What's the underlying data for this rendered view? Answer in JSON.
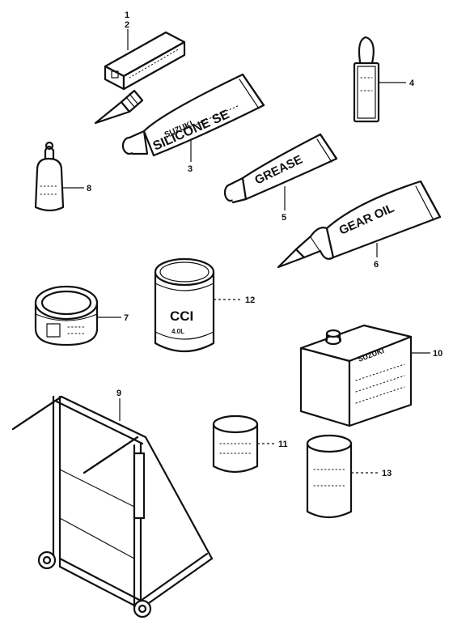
{
  "callouts": {
    "p1": "1",
    "p2": "2",
    "p3": "3",
    "p4": "4",
    "p5": "5",
    "p6": "6",
    "p7": "7",
    "p8": "8",
    "p9": "9",
    "p10": "10",
    "p11": "11",
    "p12": "12",
    "p13": "13"
  },
  "labels": {
    "silicone_brand": "SUZUKI",
    "silicone_name": "SILICONE SE",
    "grease_name": "GREASE",
    "gear_oil_name": "GEAR OIL",
    "can_name": "CCI",
    "can_size": "4.0L",
    "tin_brand": "SUZUKI"
  }
}
